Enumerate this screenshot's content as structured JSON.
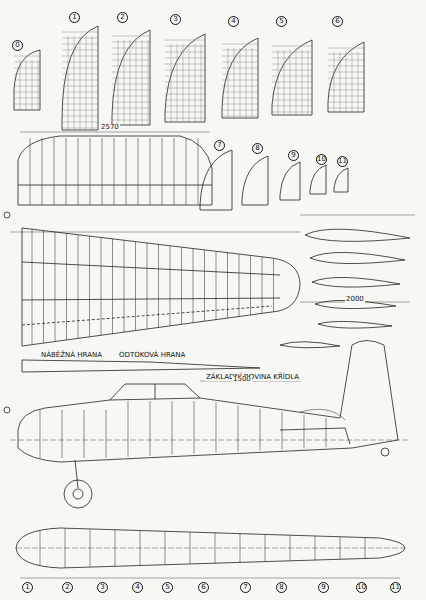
{
  "diagram": {
    "labels": [
      "0",
      "1",
      "2",
      "3",
      "4",
      "5",
      "6",
      "7",
      "8",
      "9",
      "10",
      "11",
      "2570",
      "NÁBĚŽNÁ HRANA",
      "ODTOKOVÁ HRANA",
      "ZÁKLADNÍ ROVINA KŘÍDLA",
      "1500",
      "2000",
      "1",
      "2",
      "3",
      "4",
      "5",
      "6",
      "7",
      "8",
      "9",
      "10",
      "11"
    ]
  }
}
